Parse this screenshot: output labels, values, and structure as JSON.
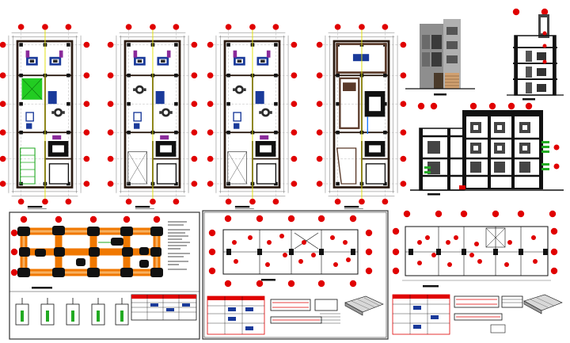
{
  "sheet": {
    "background": "#ffffff",
    "colors": {
      "grid_bubble": "#e00000",
      "wall": "#2a1a10",
      "foundation": "#f07800",
      "footing": "#111111",
      "furniture_blue": "#1a3a9a",
      "furniture_purple": "#8a2a9a",
      "stair_green": "#22aa22",
      "axis_yellow": "#e0e000",
      "dimension": "#555555",
      "facade_gray": "#9a9a9a"
    }
  },
  "drawings": {
    "floor_plans": [
      {
        "id": "plan-first-floor",
        "kind": "floor plan with garden",
        "has_garden": true
      },
      {
        "id": "plan-second-floor",
        "kind": "floor plan",
        "has_garden": false
      },
      {
        "id": "plan-third-floor",
        "kind": "floor plan",
        "has_garden": false
      },
      {
        "id": "plan-roof",
        "kind": "roof plan",
        "has_garden": false
      }
    ],
    "elevation": {
      "id": "front-elevation",
      "kind": "building facade"
    },
    "sections": [
      {
        "id": "section-side",
        "kind": "section"
      },
      {
        "id": "section-long",
        "kind": "section"
      }
    ],
    "structural_sheets": [
      {
        "id": "sheet-foundation",
        "kind": "foundation plan"
      },
      {
        "id": "sheet-beams-1",
        "kind": "beam / slab plan"
      },
      {
        "id": "sheet-beams-2",
        "kind": "beam / slab plan"
      }
    ]
  }
}
